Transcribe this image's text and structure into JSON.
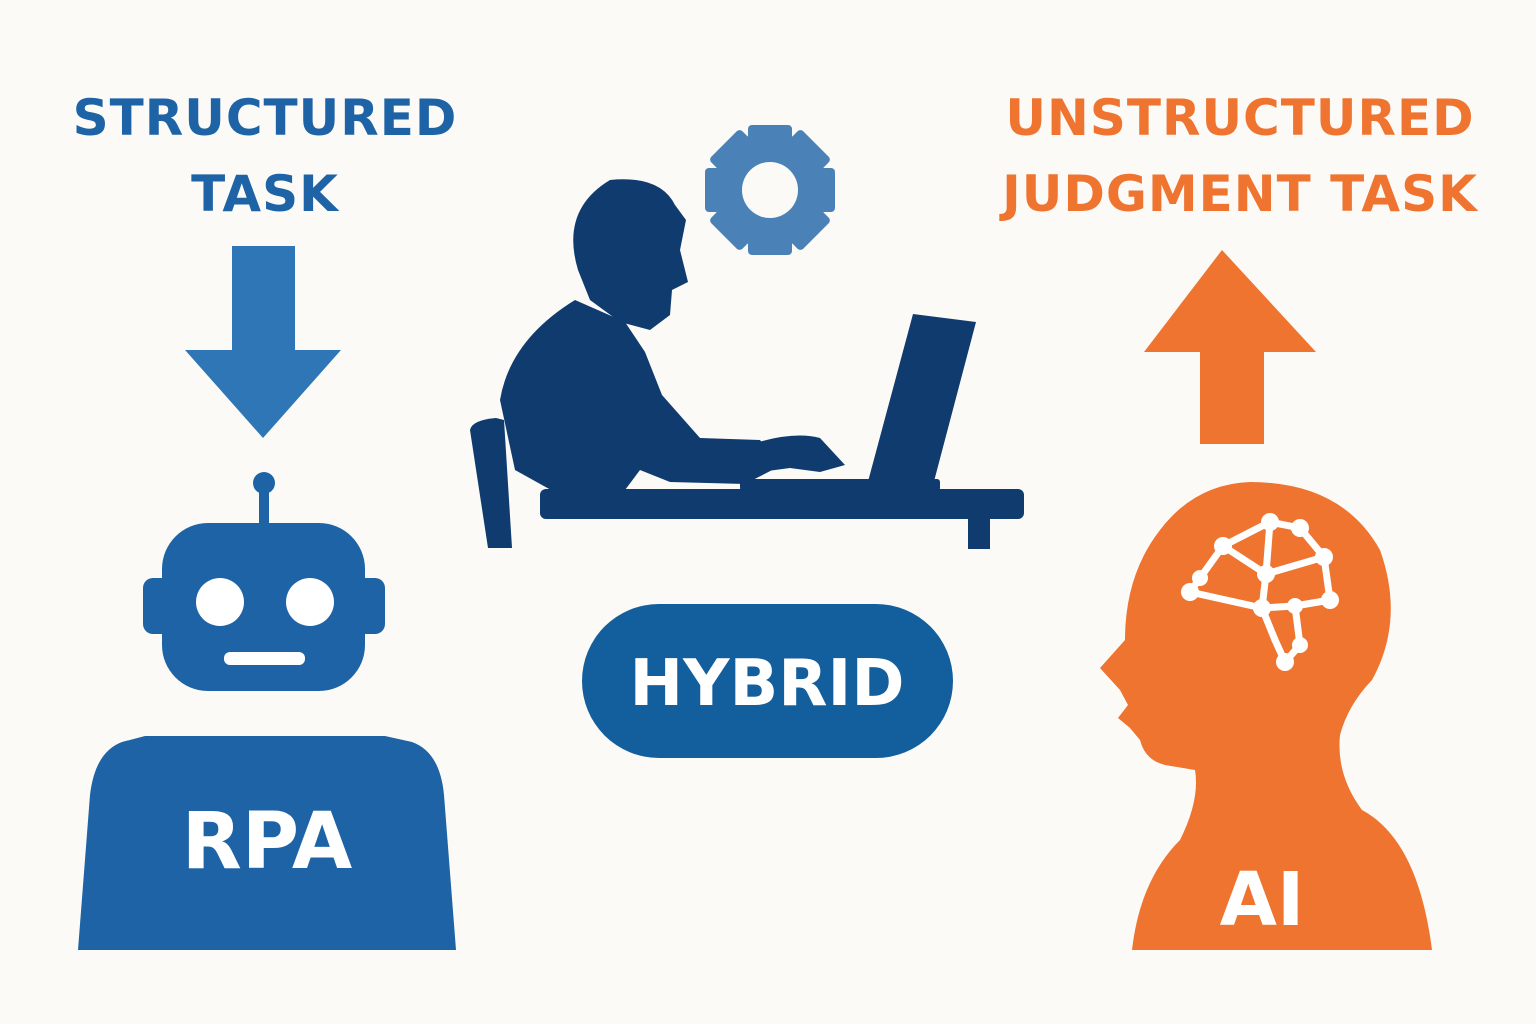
{
  "left": {
    "heading_line1": "STRUCTURED",
    "heading_line2": "TASK",
    "figure_label": "RPA",
    "color": "#1e63a6",
    "icons": [
      "arrow-down-icon",
      "robot-icon"
    ]
  },
  "center": {
    "badge_label": "HYBRID",
    "figure_color": "#0f3b6e",
    "gear_color": "#4a82b8",
    "badge_color": "#135e9c",
    "icons": [
      "gear-icon",
      "person-at-laptop-icon"
    ]
  },
  "right": {
    "heading_line1": "UNSTRUCTURED",
    "heading_line2": "JUDGMENT TASK",
    "figure_label": "AI",
    "color": "#ee7430",
    "icons": [
      "arrow-up-icon",
      "human-head-icon",
      "neural-network-icon"
    ]
  }
}
